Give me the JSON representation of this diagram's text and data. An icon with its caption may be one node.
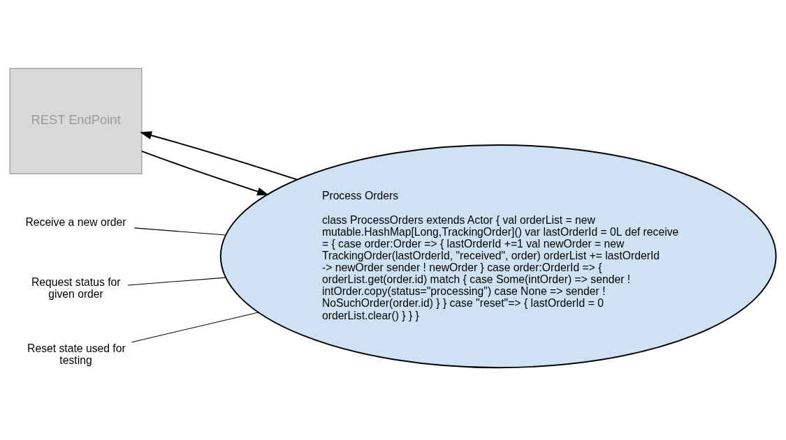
{
  "diagram": {
    "nodes": [
      {
        "text": [
          "REST EndPoint"
        ]
      },
      {
        "text": [
          "Process Orders",
          "class ProcessOrders extends Actor { val orderList = new mutable.HashMap[Long,TrackingOrder]() var lastOrderId = 0L def receive = { case order:Order => { lastOrderId +=1 val newOrder = new TrackingOrder(lastOrderId, \"received\", order) orderList += lastOrderId -> newOrder sender ! newOrder } case order:OrderId => { orderList.get(order.id) match { case Some(intOrder) => sender ! intOrder.copy(status=\"processing\") case None => sender ! NoSuchOrder(order.id) } } case \"reset\"=> { lastOrderId = 0 orderList.clear() } } }"
        ]
      },
      {
        "text": [
          "Receive a new order"
        ]
      },
      {
        "text": [
          "Request status for given order"
        ]
      },
      {
        "text": [
          "Reset state used for testing"
        ]
      }
    ],
    "edges": [
      {
        "from": 0,
        "to": 1,
        "arrow": "to"
      },
      {
        "from": 1,
        "to": 0,
        "arrow": "to"
      },
      {
        "from": 2,
        "to": 1,
        "arrow": "none"
      },
      {
        "from": 3,
        "to": 1,
        "arrow": "none"
      },
      {
        "from": 4,
        "to": 1,
        "arrow": "none"
      }
    ]
  }
}
